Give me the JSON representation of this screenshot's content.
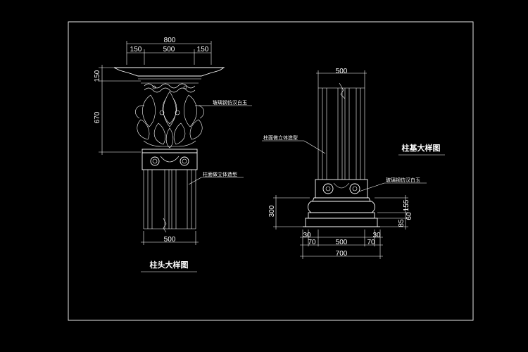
{
  "capital_detail": {
    "title": "柱头大样图",
    "dims": {
      "overall_width": "800",
      "left_overhang": "150",
      "center_width": "500",
      "right_overhang": "150",
      "top_height": "150",
      "body_height": "670",
      "shaft_width": "500"
    },
    "notes": {
      "capital_material": "玻璃钢仿汉白玉",
      "shaft_surface": "柱面做立体造型"
    }
  },
  "base_detail": {
    "title": "柱基大样图",
    "dims": {
      "shaft_width": "500",
      "base_height": "300",
      "dim_155": "155",
      "dim_85": "85",
      "dim_60": "60",
      "left_30": "30",
      "right_30": "30",
      "left_70": "70",
      "center_500": "500",
      "right_70": "70",
      "overall_700": "700"
    },
    "notes": {
      "shaft_surface": "柱面做立体造型",
      "base_material": "玻璃钢仿汉白玉"
    }
  },
  "colors": {
    "background": "#000000",
    "lines": "#ffffff"
  }
}
